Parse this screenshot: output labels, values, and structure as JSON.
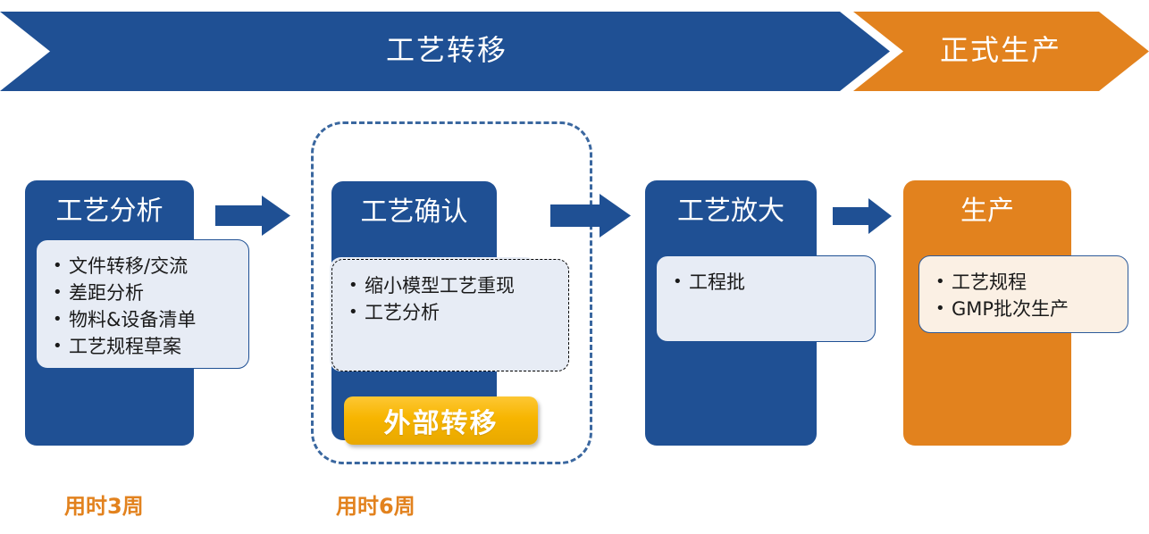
{
  "banner": {
    "segments": [
      {
        "label": "工艺转移",
        "color": "#1f5094"
      },
      {
        "label": "正式生产",
        "color": "#e2821e"
      }
    ]
  },
  "stages": [
    {
      "title": "工艺分析",
      "color": "#1f5094",
      "panel_fill": "#e7ecf5",
      "items": [
        "文件转移/交流",
        "差距分析",
        "物料&设备清单",
        "工艺规程草案"
      ],
      "duration": "用时3周"
    },
    {
      "title": "工艺确认",
      "color": "#1f5094",
      "panel_fill": "#e7ecf5",
      "items": [
        "缩小模型工艺重现",
        "工艺分析"
      ],
      "badge": "外部转移",
      "duration": "用时6周"
    },
    {
      "title": "工艺放大",
      "color": "#1f5094",
      "panel_fill": "#e7ecf5",
      "items": [
        "工程批"
      ]
    },
    {
      "title": "生产",
      "color": "#e2821e",
      "panel_fill": "#fbf0e4",
      "items": [
        "工艺规程",
        "GMP批次生产"
      ]
    }
  ],
  "connectors": [
    {
      "name": "arrow-stage1-to-stage2",
      "color": "#1f5094"
    },
    {
      "name": "arrow-stage2-to-stage3",
      "color": "#1f5094"
    },
    {
      "name": "arrow-stage3-to-stage4",
      "color": "#1f5094"
    }
  ],
  "colors": {
    "primary_blue": "#1f5094",
    "accent_orange": "#e2821e",
    "badge_gold": "#f7b500",
    "panel_blue_gray": "#e7ecf5",
    "panel_cream": "#fbf0e4",
    "dashed_border": "#3a679f"
  }
}
